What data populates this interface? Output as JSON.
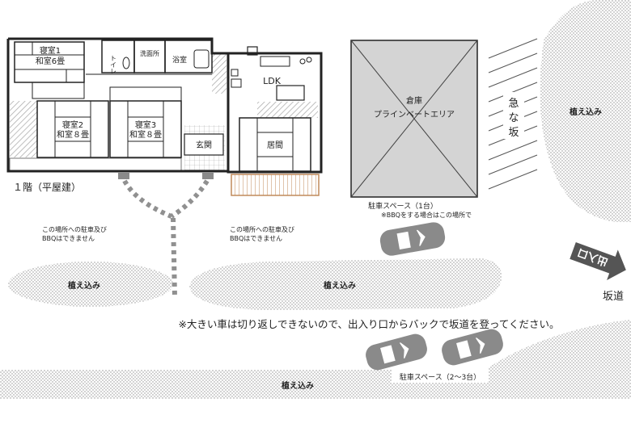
{
  "rooms": {
    "bed1_line1": "寝室1",
    "bed1_line2": "和室6畳",
    "toilet": "トイレ",
    "washroom": "洗面所",
    "bath": "浴室",
    "bed2_line1": "寝室2",
    "bed2_line2": "和室８畳",
    "bed3_line1": "寝室3",
    "bed3_line2": "和室８畳",
    "entrance": "玄関",
    "ldk": "LDK",
    "living": "居間"
  },
  "house_label": "１階（平屋建）",
  "warehouse": {
    "line1": "倉庫",
    "line2": "プラインベートエリア"
  },
  "steep_slope": [
    "急",
    "な",
    "坂"
  ],
  "planting": "植え込み",
  "parking1": {
    "line1": "駐車スペース（1台）",
    "line2": "※BBQをする場合はこの場所で"
  },
  "no_parking_notes": {
    "left": [
      "この場所への駐車及び",
      "BBQはできません"
    ],
    "right": [
      "この場所への駐車及び",
      "BBQはできません"
    ]
  },
  "entrance_sign": "出入口",
  "slope_road": "坂道",
  "notice": "※大きい車は切り返しできないので、出入り口からバックで坂道を登ってください。",
  "parking2": "駐車スペース（2〜3台）",
  "colors": {
    "line": "#222222",
    "warehouse_fill": "#d4d4d4",
    "car": "#8a8a8a",
    "planting_dot": "#8f8f8f",
    "path": "#909090",
    "deck": "#c08a5a"
  }
}
